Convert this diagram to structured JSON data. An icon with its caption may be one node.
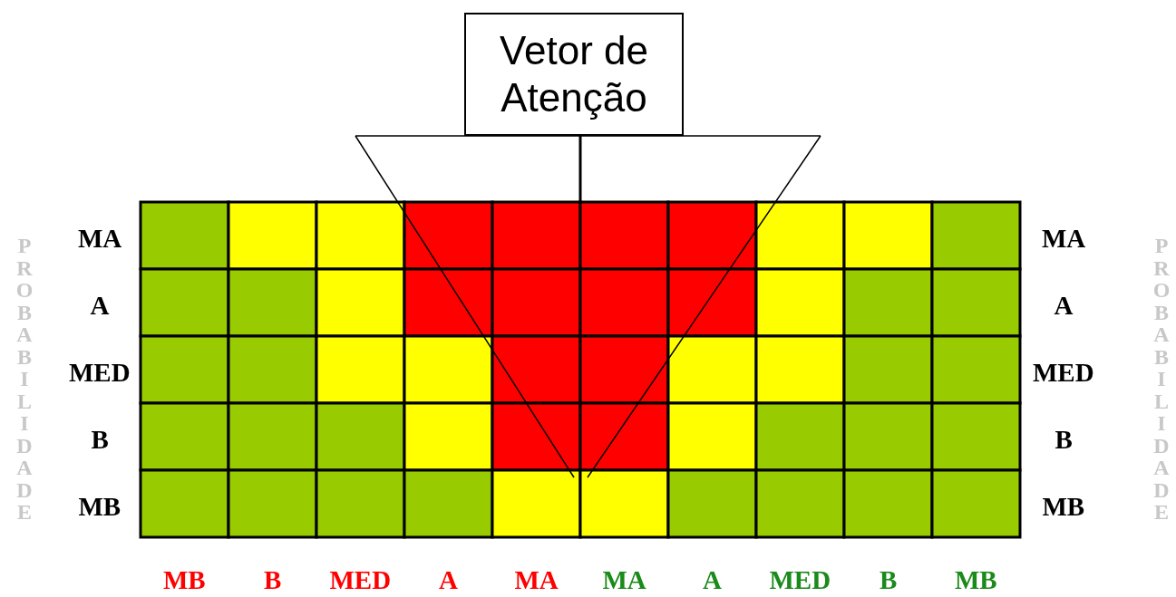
{
  "diagram": {
    "nodes": [
      {
        "text": [
          "Vetor de Atenção"
        ]
      }
    ],
    "labels": [
      "PROBABILIDADE",
      "MA",
      "A",
      "MED",
      "B",
      "MB",
      "MA",
      "A",
      "MED",
      "B",
      "MB",
      "PROBABILIDADE",
      "MB",
      "B",
      "MED",
      "A",
      "MA",
      "MA",
      "A",
      "MED",
      "B",
      "MB"
    ]
  }
}
